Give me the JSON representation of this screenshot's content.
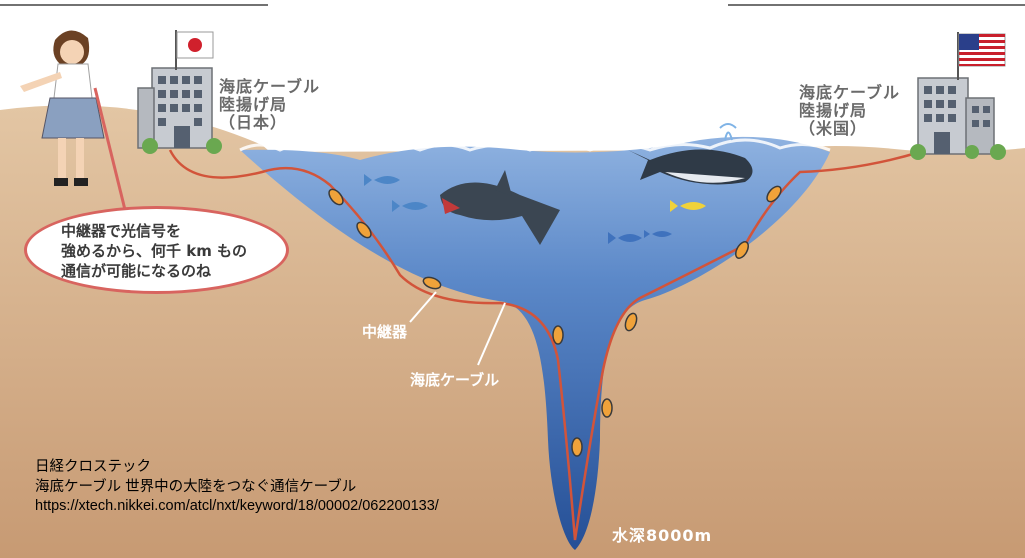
{
  "labels": {
    "station_jp": [
      "海底ケーブル",
      "陸揚げ局",
      "（日本）"
    ],
    "station_us": [
      "海底ケーブル",
      "陸揚げ局",
      "（米国）"
    ],
    "repeater": "中継器",
    "cable": "海底ケーブル",
    "depth": "水深8000m"
  },
  "speech_bubble": {
    "lines": [
      "中継器で光信号を",
      "強めるから、何千 km もの",
      "通信が可能になるのね"
    ]
  },
  "caption": {
    "source": "日経クロステック",
    "article_title": "海底ケーブル 世界中の大陸をつなぐ通信ケーブル",
    "url": "https://xtech.nikkei.com/atcl/nxt/keyword/18/00002/062200133/"
  },
  "colors": {
    "seabed": "#d8b48c",
    "water": "#5b88c8",
    "cable": "#d2543a",
    "repeater": "#f0a23a"
  },
  "icons": [
    "japan-flag-icon",
    "usa-flag-icon",
    "building-icon",
    "shark-icon",
    "whale-icon",
    "fish-icon",
    "girl-icon"
  ]
}
